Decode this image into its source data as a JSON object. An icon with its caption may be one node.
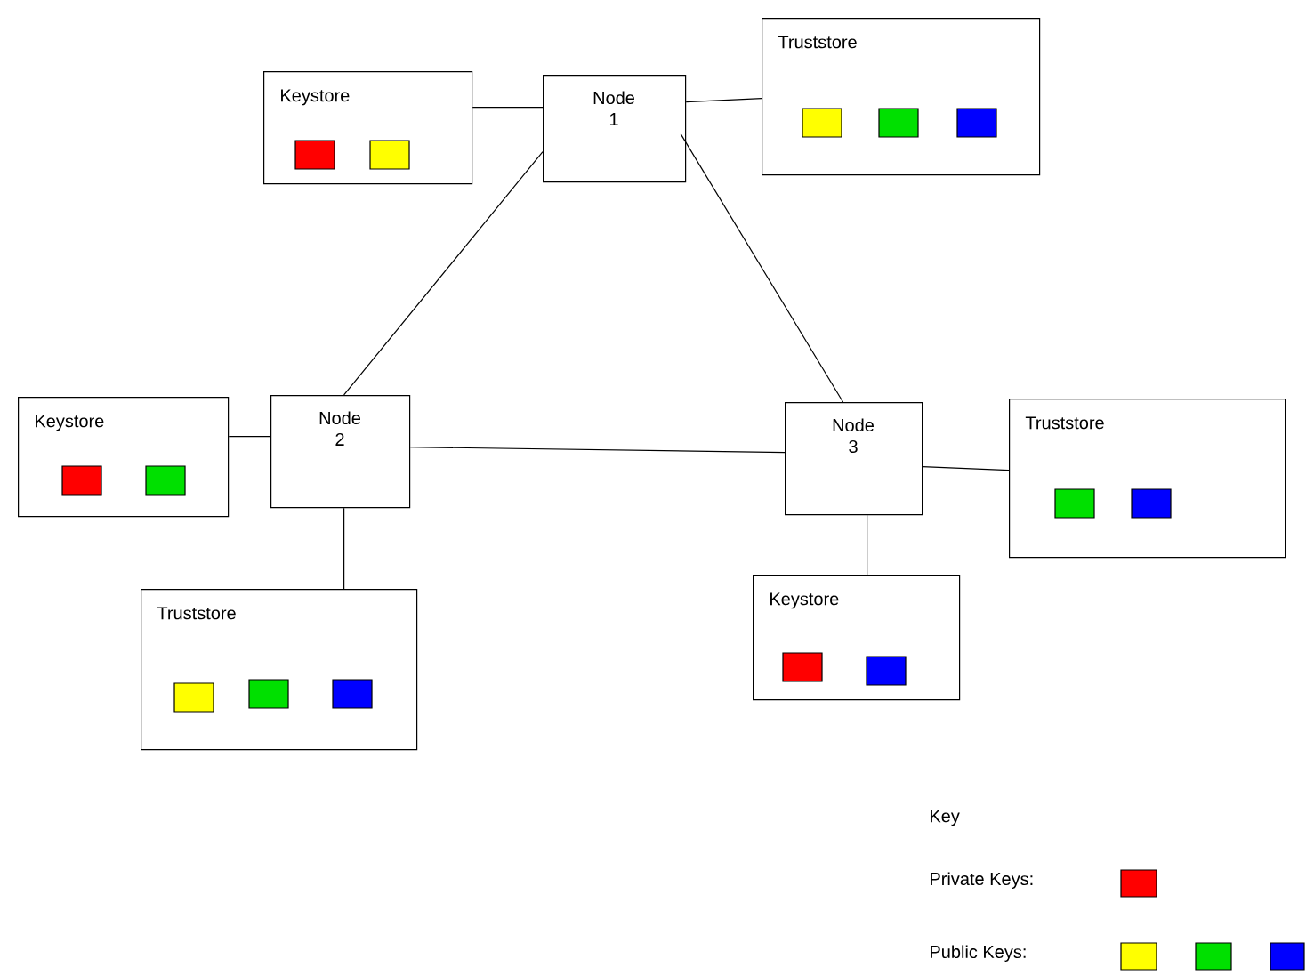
{
  "diagram": {
    "nodes": [
      {
        "text": [
          "Keystore"
        ]
      },
      {
        "text": [
          "Node 1"
        ]
      },
      {
        "text": [
          "Truststore"
        ]
      },
      {
        "text": [
          "Keystore"
        ]
      },
      {
        "text": [
          "Node 2"
        ]
      },
      {
        "text": [
          "Truststore"
        ]
      },
      {
        "text": [
          "Node 3"
        ]
      },
      {
        "text": [
          "Truststore"
        ]
      },
      {
        "text": [
          "Keystore"
        ]
      }
    ],
    "edges": [
      {
        "from": 0,
        "to": 1,
        "arrow": "none"
      },
      {
        "from": 1,
        "to": 2,
        "arrow": "none"
      },
      {
        "from": 1,
        "to": 4,
        "arrow": "none"
      },
      {
        "from": 1,
        "to": 6,
        "arrow": "none"
      },
      {
        "from": 3,
        "to": 4,
        "arrow": "none"
      },
      {
        "from": 4,
        "to": 5,
        "arrow": "none"
      },
      {
        "from": 4,
        "to": 6,
        "arrow": "none"
      },
      {
        "from": 6,
        "to": 7,
        "arrow": "none"
      },
      {
        "from": 6,
        "to": 8,
        "arrow": "none"
      }
    ],
    "labels": [
      "Key"
    ],
    "legend": [
      {
        "text": "Private Keys:",
        "color": "#ff0000"
      },
      {
        "text": "Public Keys:",
        "color": "#ffff00"
      }
    ]
  }
}
